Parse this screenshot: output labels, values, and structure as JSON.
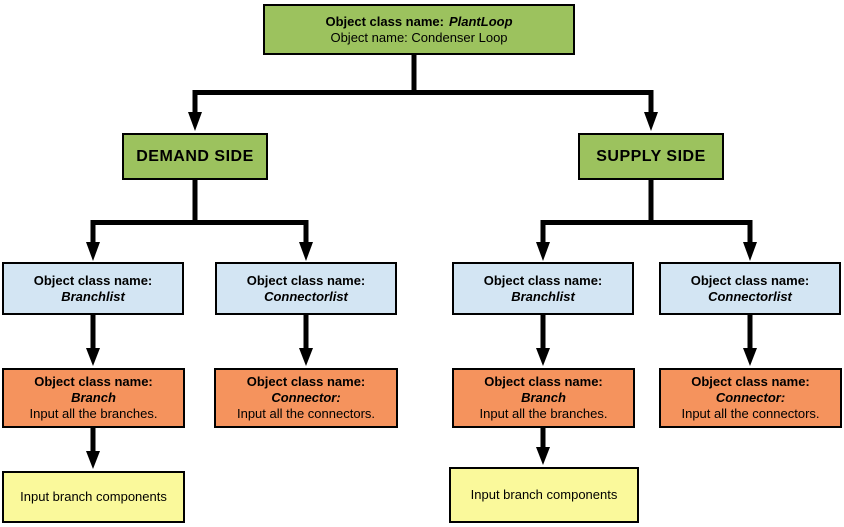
{
  "colors": {
    "green": "#9CC25E",
    "blue": "#D3E5F3",
    "orange": "#F5935D",
    "yellow": "#FAF99B",
    "line": "#000000"
  },
  "plantloop": {
    "heading": "Object class name:",
    "class_name": "PlantLoop",
    "object_name": "Object name: Condenser Loop"
  },
  "demand": {
    "side_label": "DEMAND SIDE",
    "branchlist": {
      "heading": "Object class name:",
      "class_name": "Branchlist"
    },
    "connectorlist": {
      "heading": "Object class name:",
      "class_name": "Connectorlist"
    },
    "branch": {
      "heading": "Object class name:",
      "class_name": "Branch",
      "note": "Input all the branches."
    },
    "connector": {
      "heading": "Object class name:",
      "class_name": "Connector:",
      "note": "Input all the connectors."
    },
    "components": {
      "label": "Input branch components"
    }
  },
  "supply": {
    "side_label": "SUPPLY SIDE",
    "branchlist": {
      "heading": "Object class name:",
      "class_name": "Branchlist"
    },
    "connectorlist": {
      "heading": "Object class name:",
      "class_name": "Connectorlist"
    },
    "branch": {
      "heading": "Object class name:",
      "class_name": "Branch",
      "note": "Input all the branches."
    },
    "connector": {
      "heading": "Object class name:",
      "class_name": "Connector:",
      "note": "Input all the connectors."
    },
    "components": {
      "label": "Input branch components"
    }
  }
}
